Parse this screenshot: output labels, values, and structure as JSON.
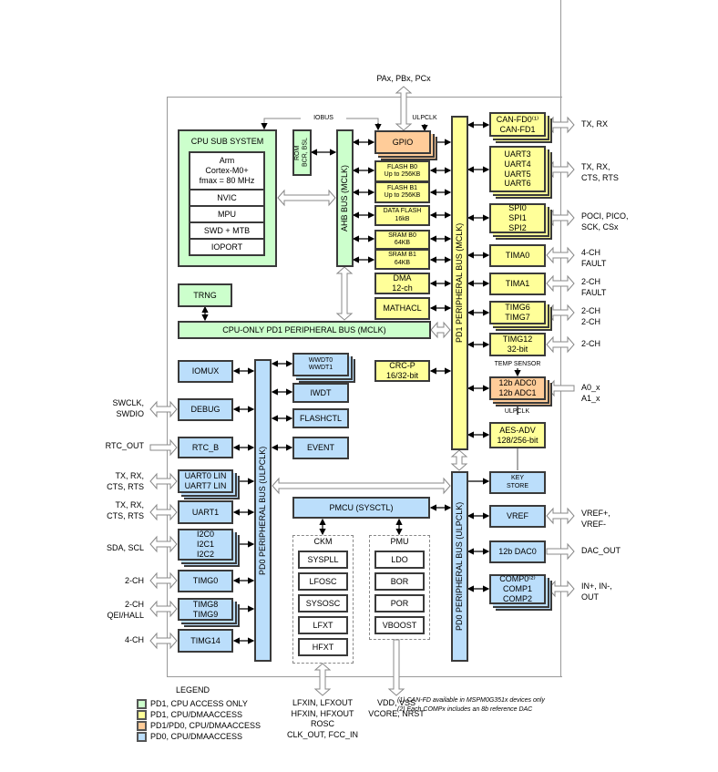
{
  "colors": {
    "pd1_cpu_only": "#ccffcc",
    "pd1_dma": "#ffff99",
    "pd1_pd0": "#ffcc99",
    "pd0": "#bbdefb"
  },
  "top": {
    "ports": "PAx, PBx, PCx",
    "iobus": "IOBUS",
    "ulpclk": "ULPCLK"
  },
  "cpu": {
    "title": "CPU SUB SYSTEM",
    "core": "Arm\nCortex-M0+\nfmax = 80 MHz",
    "items": [
      "NVIC",
      "MPU",
      "SWD + MTB",
      "IOPORT"
    ]
  },
  "blocks": {
    "rom": "ROM\nBCR, BSL",
    "ahb": "AHB BUS (MCLK)",
    "gpio": "GPIO",
    "flash0": "FLASH B0\nUp to 256KB",
    "flash1": "FLASH B1\nUp to 256KB",
    "dataflash": "DATA FLASH\n16kB",
    "sram0": "SRAM B0\n64KB",
    "sram1": "SRAM B1\n64KB",
    "dma": "DMA\n12-ch",
    "mathacl": "MATHACL",
    "pd1bus": "PD1 PERIPHERAL BUS (MCLK)",
    "trng": "TRNG",
    "cpubus": "CPU-ONLY PD1 PERIPHERAL BUS (MCLK)",
    "can": "CAN-FD0⁽¹⁾\nCAN-FD1",
    "uart36": "UART3\nUART4\nUART5\nUART6",
    "spi": "SPI0\nSPI1\nSPI2",
    "tima0": "TIMA0",
    "tima1": "TIMA1",
    "timg67": "TIMG6\nTIMG7",
    "timg12": "TIMG12\n32-bit",
    "adc": "12b ADC0\n12b ADC1",
    "aes": "AES-ADV\n128/256-bit",
    "keystore": "KEY\nSTORE",
    "vref": "VREF",
    "dac": "12b DAC0",
    "comp": "COMP0⁽²⁾\nCOMP1\nCOMP2",
    "crc": "CRC-P\n16/32-bit",
    "pd0busL": "PD0 PERIPHERAL BUS (ULPCLK)",
    "pd0busR": "PD0 PERIPHERAL BUS (ULPCLK)",
    "iomux": "IOMUX",
    "debug": "DEBUG",
    "rtc": "RTC_B",
    "uart07": "UART0 LIN\nUART7 LIN",
    "uart1": "UART1",
    "i2c": "I2C0\nI2C1\nI2C2",
    "timg0": "TIMG0",
    "timg89": "TIMG8\nTIMG9",
    "timg14": "TIMG14",
    "wwdt": "WWDT0\nWWDT1",
    "iwdt": "IWDT",
    "flashctl": "FLASHCTL",
    "event": "EVENT",
    "pmcu": "PMCU (SYSCTL)"
  },
  "ckm": {
    "title": "CKM",
    "items": [
      "SYSPLL",
      "LFOSC",
      "SYSOSC",
      "LFXT",
      "HFXT"
    ]
  },
  "pmu": {
    "title": "PMU",
    "items": [
      "LDO",
      "BOR",
      "POR",
      "VBOOST"
    ]
  },
  "labels": {
    "temp": "TEMP SENSOR",
    "ulpclk_adc": "ULPCLK"
  },
  "ext_right": [
    "TX, RX",
    "TX, RX,\nCTS, RTS",
    "POCI, PICO,\nSCK, CSx",
    "4-CH\nFAULT",
    "2-CH\nFAULT",
    "2-CH\n2-CH",
    "2-CH",
    "A0_x\nA1_x",
    "VREF+,\nVREF-",
    "DAC_OUT",
    "IN+, IN-,\nOUT"
  ],
  "ext_left": [
    "SWCLK,\nSWDIO",
    "RTC_OUT",
    "TX, RX,\nCTS, RTS",
    "TX, RX,\nCTS, RTS",
    "SDA, SCL",
    "2-CH",
    "2-CH\nQEI/HALL",
    "4-CH"
  ],
  "bottom": {
    "ckm_pins": "LFXIN, LFXOUT\nHFXIN, HFXOUT\nROSC\nCLK_OUT, FCC_IN",
    "pmu_pins": "VDD, VSS\nVCORE, NRST"
  },
  "legend": {
    "title": "LEGEND",
    "items": [
      "PD1, CPU ACCESS ONLY",
      "PD1, CPU/DMAACCESS",
      "PD1/PD0, CPU/DMAACCESS",
      "PD0, CPU/DMAACCESS"
    ]
  },
  "notes": [
    "(1) CAN-FD available in MSPM0G351x devices only",
    "(2) Each COMPx includes an 8b reference DAC"
  ]
}
